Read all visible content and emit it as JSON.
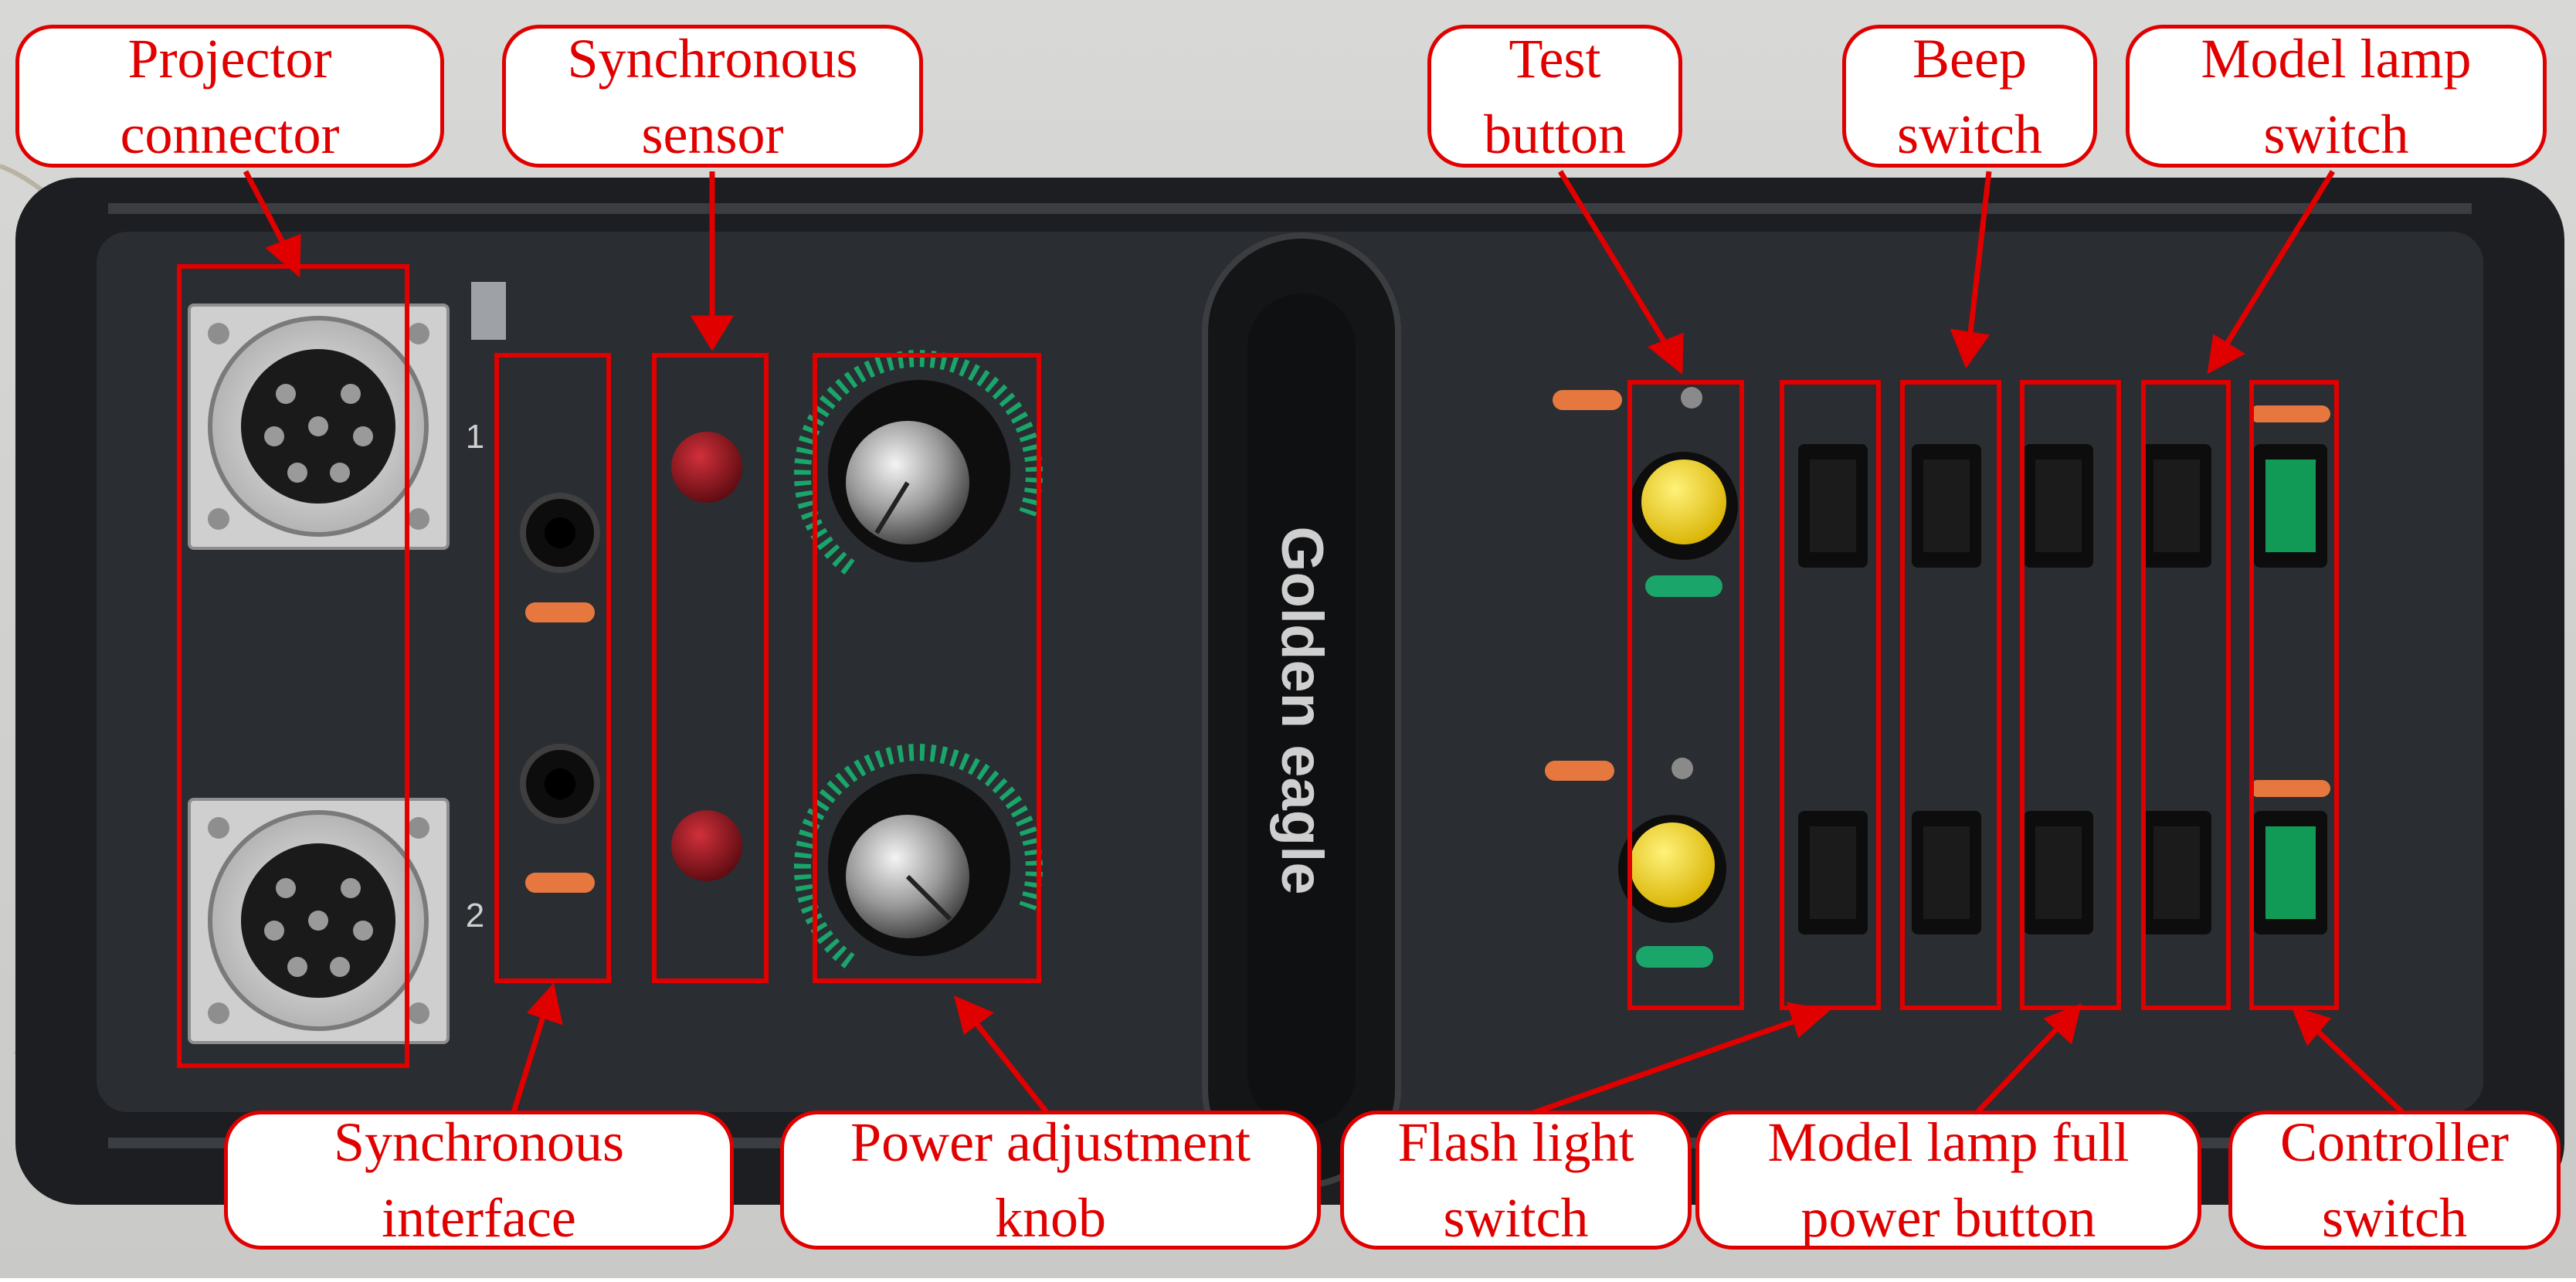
{
  "image": {
    "description_colors": {
      "panel": "#26292d",
      "annotation": "#e00000",
      "knob_ring": "#1aa56a",
      "test_button": "#f2d11a",
      "power_switch": "#119a55",
      "background": "#ffffff"
    }
  },
  "device": {
    "brand_text": "Golden eagle",
    "channel_labels": [
      "1",
      "2"
    ]
  },
  "callouts": {
    "projector_connector": [
      "Projector",
      "connector"
    ],
    "synchronous_sensor": [
      "Synchronous",
      "sensor"
    ],
    "test_button": [
      "Test",
      "button"
    ],
    "beep_switch": [
      "Beep",
      "switch"
    ],
    "model_lamp_switch": [
      "Model lamp",
      "switch"
    ],
    "synchronous_interface": [
      "Synchronous",
      "interface"
    ],
    "power_adjustment_knob": [
      "Power adjustment",
      "knob"
    ],
    "flash_light_switch": [
      "Flash light",
      "switch"
    ],
    "model_lamp_full_power_button": [
      "Model lamp full",
      "power button"
    ],
    "controller_switch": [
      "Controller",
      "switch"
    ]
  }
}
